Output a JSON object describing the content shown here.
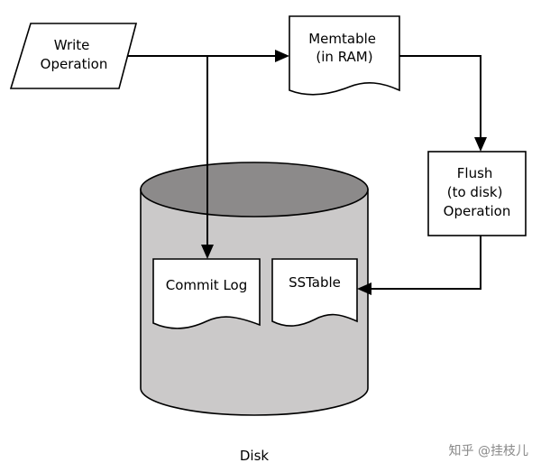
{
  "diagram": {
    "nodes": {
      "write_operation": {
        "lines": [
          "Write",
          "Operation"
        ],
        "shape": "parallelogram"
      },
      "memtable": {
        "lines": [
          "Memtable",
          "(in RAM)"
        ],
        "shape": "document"
      },
      "flush_operation": {
        "lines": [
          "Flush",
          "(to disk)",
          "Operation"
        ],
        "shape": "rectangle"
      },
      "commit_log": {
        "lines": [
          "Commit Log"
        ],
        "shape": "document"
      },
      "sstable": {
        "lines": [
          "SSTable"
        ],
        "shape": "document"
      },
      "disk": {
        "label": "Disk",
        "shape": "cylinder"
      }
    },
    "edges": [
      {
        "from": "write_operation",
        "to": "memtable"
      },
      {
        "from": "write_operation",
        "to": "commit_log"
      },
      {
        "from": "memtable",
        "to": "flush_operation"
      },
      {
        "from": "flush_operation",
        "to": "sstable"
      }
    ]
  },
  "watermark": "知乎 @挂枝儿",
  "colors": {
    "cylinder_body": "#cbc9c9",
    "cylinder_top": "#8c8a8a",
    "outline": "#000000",
    "background": "#ffffff",
    "watermark": "#8a8a8a"
  }
}
